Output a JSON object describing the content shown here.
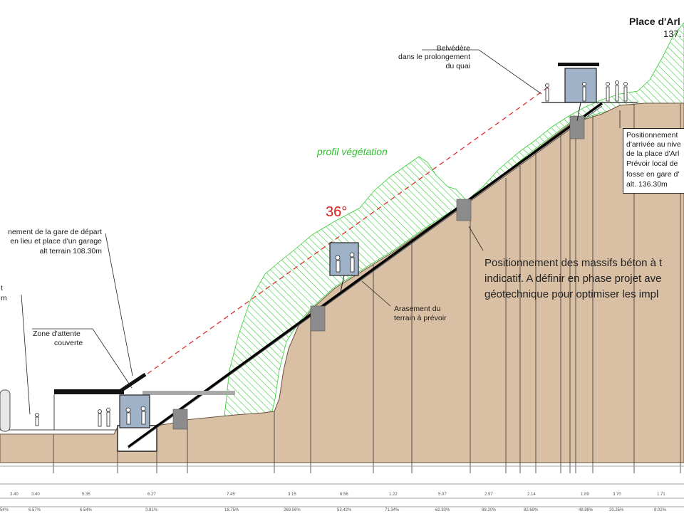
{
  "place": {
    "title": "Place d'Arl",
    "alt": "137."
  },
  "belvedere": {
    "line1": "Belvédère",
    "line2": "dans le prolongement",
    "line3": "du quai"
  },
  "arrival_note": {
    "line1": "Positionnement",
    "line2": "d'arrivée au nive",
    "line3": "de la place d'Arl",
    "line4": "Prévoir local de",
    "line5": "fosse en gare d'",
    "line6": "alt. 136.30m"
  },
  "vegetation_label": "profil végétation",
  "angle_label": "36°",
  "massifs_note": {
    "line1": "Positionnement des massifs béton à t",
    "line2": "indicatif. A définir en phase projet ave",
    "line3": "géotechnique pour optimiser les impl"
  },
  "arasement": {
    "line1": "Arasement du",
    "line2": "terrain à prévoir"
  },
  "depart_note": {
    "line1": "nement de la gare de départ",
    "line2": "en lieu et place d'un garage",
    "line3": "alt terrain 108.30m"
  },
  "left_note": {
    "line1": "t",
    "line2": "m"
  },
  "zone_attente": {
    "line1": "Zone d'attente",
    "line2": "couverte"
  },
  "colors": {
    "ground": "#d9bfa3",
    "vegetation": "#33cc33",
    "cable": "#000000",
    "dashed": "#e02020",
    "massif": "#8c8c8c",
    "cabin": "#9fb2c8"
  }
}
